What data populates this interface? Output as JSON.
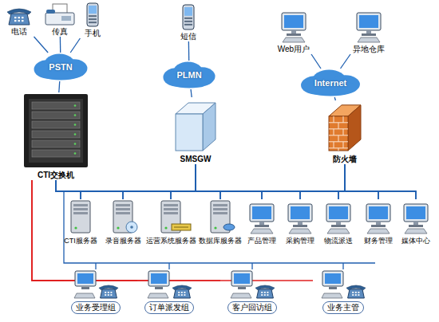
{
  "diagram": {
    "nodes": [
      {
        "text": [
          "电话"
        ]
      },
      {
        "text": [
          "传真"
        ]
      },
      {
        "text": [
          "手机"
        ]
      },
      {
        "text": [
          "PSTN"
        ]
      },
      {
        "text": [
          "CTI交换机"
        ]
      },
      {
        "text": [
          "短信"
        ]
      },
      {
        "text": [
          "PLMN"
        ]
      },
      {
        "text": [
          "SMSGW"
        ]
      },
      {
        "text": [
          "Web用户"
        ]
      },
      {
        "text": [
          "异地仓库"
        ]
      },
      {
        "text": [
          "Internet"
        ]
      },
      {
        "text": [
          "防火墙"
        ]
      },
      {
        "text": [
          "CTI服务器"
        ]
      },
      {
        "text": [
          "录音服务器"
        ]
      },
      {
        "text": [
          "运营系统服务器"
        ]
      },
      {
        "text": [
          "数据库服务器"
        ]
      },
      {
        "text": [
          "产品管理"
        ]
      },
      {
        "text": [
          "采购管理"
        ]
      },
      {
        "text": [
          "物流派送"
        ]
      },
      {
        "text": [
          "财务管理"
        ]
      },
      {
        "text": [
          "媒体中心"
        ]
      },
      {
        "text": [
          "业务受理组"
        ]
      },
      {
        "text": [
          "订单派发组"
        ]
      },
      {
        "text": [
          "客户回访组"
        ]
      },
      {
        "text": [
          "业务主管"
        ]
      }
    ],
    "edges": [
      {
        "from": 0,
        "to": 3,
        "arrow": "none"
      },
      {
        "from": 1,
        "to": 3,
        "arrow": "none"
      },
      {
        "from": 2,
        "to": 3,
        "arrow": "none"
      },
      {
        "from": 3,
        "to": 4,
        "arrow": "none"
      },
      {
        "from": 5,
        "to": 6,
        "arrow": "none"
      },
      {
        "from": 6,
        "to": 7,
        "arrow": "none"
      },
      {
        "from": 8,
        "to": 10,
        "arrow": "none"
      },
      {
        "from": 9,
        "to": 10,
        "arrow": "none"
      },
      {
        "from": 10,
        "to": 11,
        "arrow": "none"
      },
      {
        "from": 4,
        "to": 12,
        "arrow": "none"
      },
      {
        "from": 4,
        "to": 13,
        "arrow": "none"
      },
      {
        "from": 4,
        "to": 14,
        "arrow": "none"
      },
      {
        "from": 4,
        "to": 15,
        "arrow": "none"
      },
      {
        "from": 4,
        "to": 16,
        "arrow": "none"
      },
      {
        "from": 4,
        "to": 17,
        "arrow": "none"
      },
      {
        "from": 4,
        "to": 18,
        "arrow": "none"
      },
      {
        "from": 4,
        "to": 19,
        "arrow": "none"
      },
      {
        "from": 4,
        "to": 20,
        "arrow": "none"
      },
      {
        "from": 7,
        "to": 12,
        "arrow": "none"
      },
      {
        "from": 7,
        "to": 13,
        "arrow": "none"
      },
      {
        "from": 7,
        "to": 14,
        "arrow": "none"
      },
      {
        "from": 7,
        "to": 15,
        "arrow": "none"
      },
      {
        "from": 7,
        "to": 16,
        "arrow": "none"
      },
      {
        "from": 7,
        "to": 17,
        "arrow": "none"
      },
      {
        "from": 7,
        "to": 18,
        "arrow": "none"
      },
      {
        "from": 7,
        "to": 19,
        "arrow": "none"
      },
      {
        "from": 7,
        "to": 20,
        "arrow": "none"
      },
      {
        "from": 11,
        "to": 12,
        "arrow": "none"
      },
      {
        "from": 11,
        "to": 13,
        "arrow": "none"
      },
      {
        "from": 11,
        "to": 14,
        "arrow": "none"
      },
      {
        "from": 11,
        "to": 15,
        "arrow": "none"
      },
      {
        "from": 11,
        "to": 16,
        "arrow": "none"
      },
      {
        "from": 11,
        "to": 17,
        "arrow": "none"
      },
      {
        "from": 11,
        "to": 18,
        "arrow": "none"
      },
      {
        "from": 11,
        "to": 19,
        "arrow": "none"
      },
      {
        "from": 11,
        "to": 20,
        "arrow": "none"
      },
      {
        "from": 4,
        "to": 21,
        "arrow": "none"
      },
      {
        "from": 4,
        "to": 22,
        "arrow": "none"
      },
      {
        "from": 4,
        "to": 23,
        "arrow": "none"
      },
      {
        "from": 4,
        "to": 24,
        "arrow": "none"
      }
    ]
  }
}
